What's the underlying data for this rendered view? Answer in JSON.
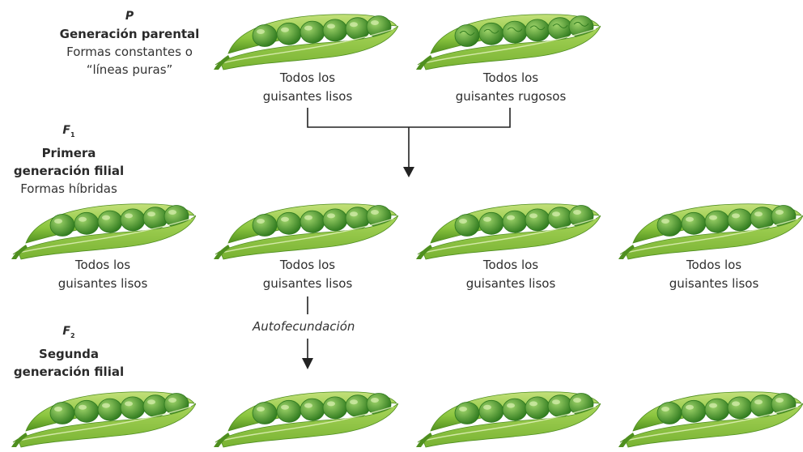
{
  "colors": {
    "pod_light": "#c3e07a",
    "pod_mid": "#8cc63f",
    "pod_dark": "#4f8f1f",
    "pea_light": "#9fd46a",
    "pea_dark": "#2f7a1e",
    "line": "#222222"
  },
  "parental": {
    "symbol": "P",
    "title": "Generación parental",
    "subtitle_1": "Formas constantes o",
    "subtitle_2": "“líneas puras”",
    "pods": [
      {
        "caption_1": "Todos los",
        "caption_2": "guisantes lisos",
        "pea_type": "smooth"
      },
      {
        "caption_1": "Todos los",
        "caption_2": "guisantes rugosos",
        "pea_type": "wrinkled"
      }
    ]
  },
  "f1": {
    "symbol": "F",
    "subscript": "1",
    "title_1": "Primera",
    "title_2": "generación filial",
    "subtitle": "Formas híbridas",
    "pods": [
      {
        "caption_1": "Todos los",
        "caption_2": "guisantes lisos"
      },
      {
        "caption_1": "Todos los",
        "caption_2": "guisantes lisos"
      },
      {
        "caption_1": "Todos los",
        "caption_2": "guisantes lisos"
      },
      {
        "caption_1": "Todos los",
        "caption_2": "guisantes lisos"
      }
    ]
  },
  "cross_label": "Autofecundación",
  "f2": {
    "symbol": "F",
    "subscript": "2",
    "title_1": "Segunda",
    "title_2": "generación filial"
  }
}
